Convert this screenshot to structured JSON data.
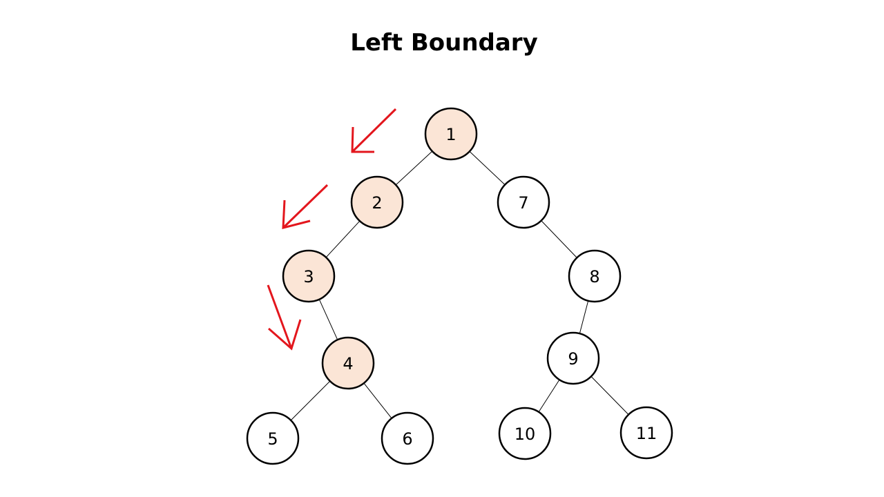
{
  "title": "Left Boundary",
  "colors": {
    "highlight_fill": "#fbe5d6",
    "default_fill": "#ffffff",
    "arrow": "#e3161d",
    "stroke": "#000000"
  },
  "tree": {
    "nodes": [
      {
        "id": "1",
        "label": "1",
        "highlighted": true
      },
      {
        "id": "2",
        "label": "2",
        "highlighted": true
      },
      {
        "id": "3",
        "label": "3",
        "highlighted": true
      },
      {
        "id": "4",
        "label": "4",
        "highlighted": true
      },
      {
        "id": "5",
        "label": "5",
        "highlighted": false
      },
      {
        "id": "6",
        "label": "6",
        "highlighted": false
      },
      {
        "id": "7",
        "label": "7",
        "highlighted": false
      },
      {
        "id": "8",
        "label": "8",
        "highlighted": false
      },
      {
        "id": "9",
        "label": "9",
        "highlighted": false
      },
      {
        "id": "10",
        "label": "10",
        "highlighted": false
      },
      {
        "id": "11",
        "label": "11",
        "highlighted": false
      }
    ],
    "edges": [
      {
        "from": "1",
        "to": "2"
      },
      {
        "from": "1",
        "to": "7"
      },
      {
        "from": "2",
        "to": "3"
      },
      {
        "from": "3",
        "to": "4"
      },
      {
        "from": "4",
        "to": "5"
      },
      {
        "from": "4",
        "to": "6"
      },
      {
        "from": "7",
        "to": "8"
      },
      {
        "from": "8",
        "to": "9"
      },
      {
        "from": "9",
        "to": "10"
      },
      {
        "from": "9",
        "to": "11"
      }
    ]
  }
}
